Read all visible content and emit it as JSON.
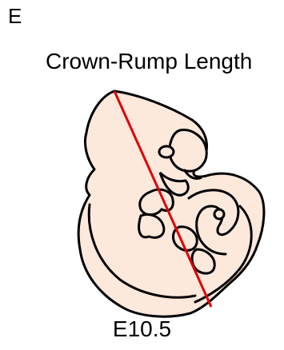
{
  "panel_label": "E",
  "title": "Crown-Rump Length",
  "stage_label": "E10.5",
  "colors": {
    "embryo_fill": "#fde8dc",
    "outline": "#000000",
    "measure_line": "#e00000"
  },
  "icons": {
    "embryo": "mouse-embryo-drawing"
  }
}
